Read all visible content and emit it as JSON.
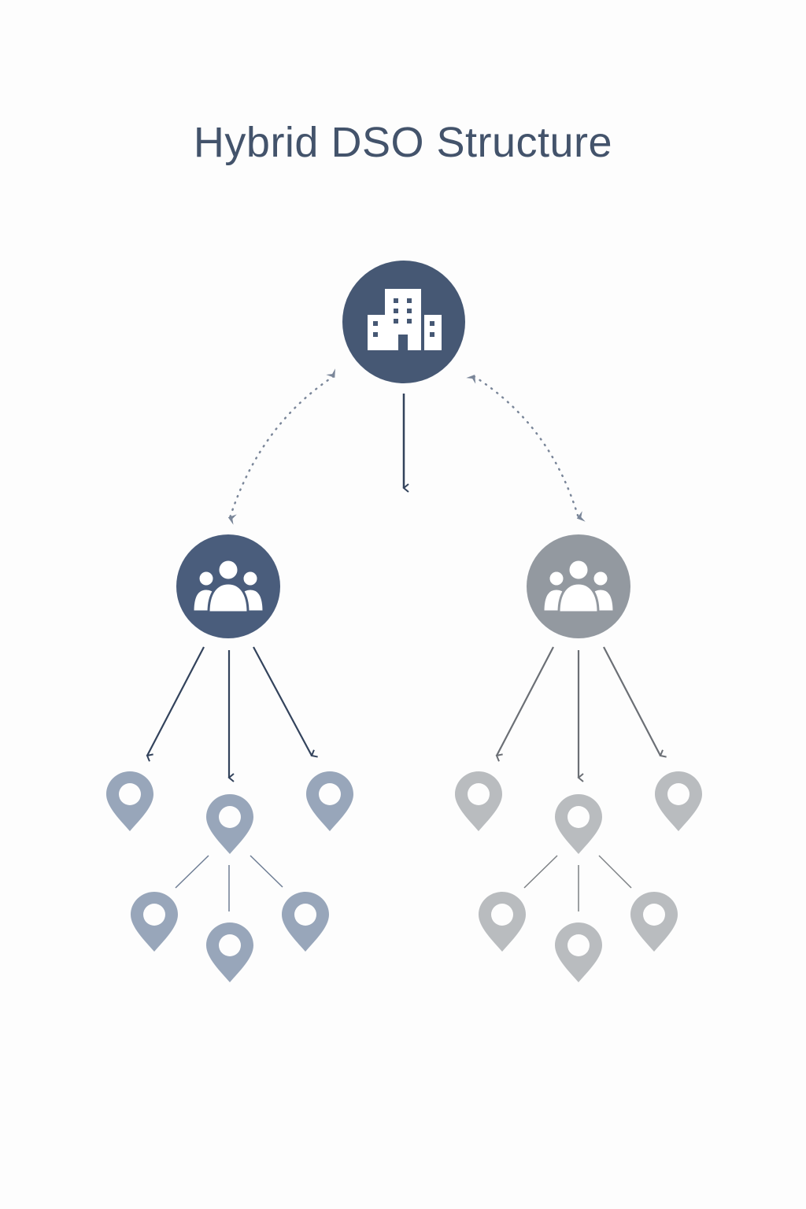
{
  "title": "Hybrid DSO Structure",
  "colors": {
    "title": "#43536b",
    "hq_circle": "#465874",
    "group_owned_circle": "#4a5d7c",
    "group_affiliated_circle": "#9399a0",
    "owned_pins": "#98a6ba",
    "affiliated_pins": "#b9bcbf",
    "owned_arrows": "#33435c",
    "affiliated_arrows": "#6b6f75",
    "dotted_links": "#7a8699",
    "background": "#fdfdfd"
  },
  "nodes": {
    "headquarters": {
      "icon": "building-icon",
      "label": ""
    },
    "left_group": {
      "icon": "group-people-icon",
      "style": "dark-blue"
    },
    "right_group": {
      "icon": "group-people-icon",
      "style": "gray"
    }
  },
  "edges": {
    "hq_to_center": "solid-arrow-down",
    "hq_to_left_group": "dotted-bidirectional",
    "hq_to_right_group": "dotted-bidirectional",
    "left_group_to_locations": 3,
    "right_group_to_locations": 3
  },
  "locations": {
    "left_branch": {
      "primary_pins": 3,
      "sub_pins": 3,
      "color": "blue-gray"
    },
    "right_branch": {
      "primary_pins": 3,
      "sub_pins": 3,
      "color": "gray"
    }
  }
}
